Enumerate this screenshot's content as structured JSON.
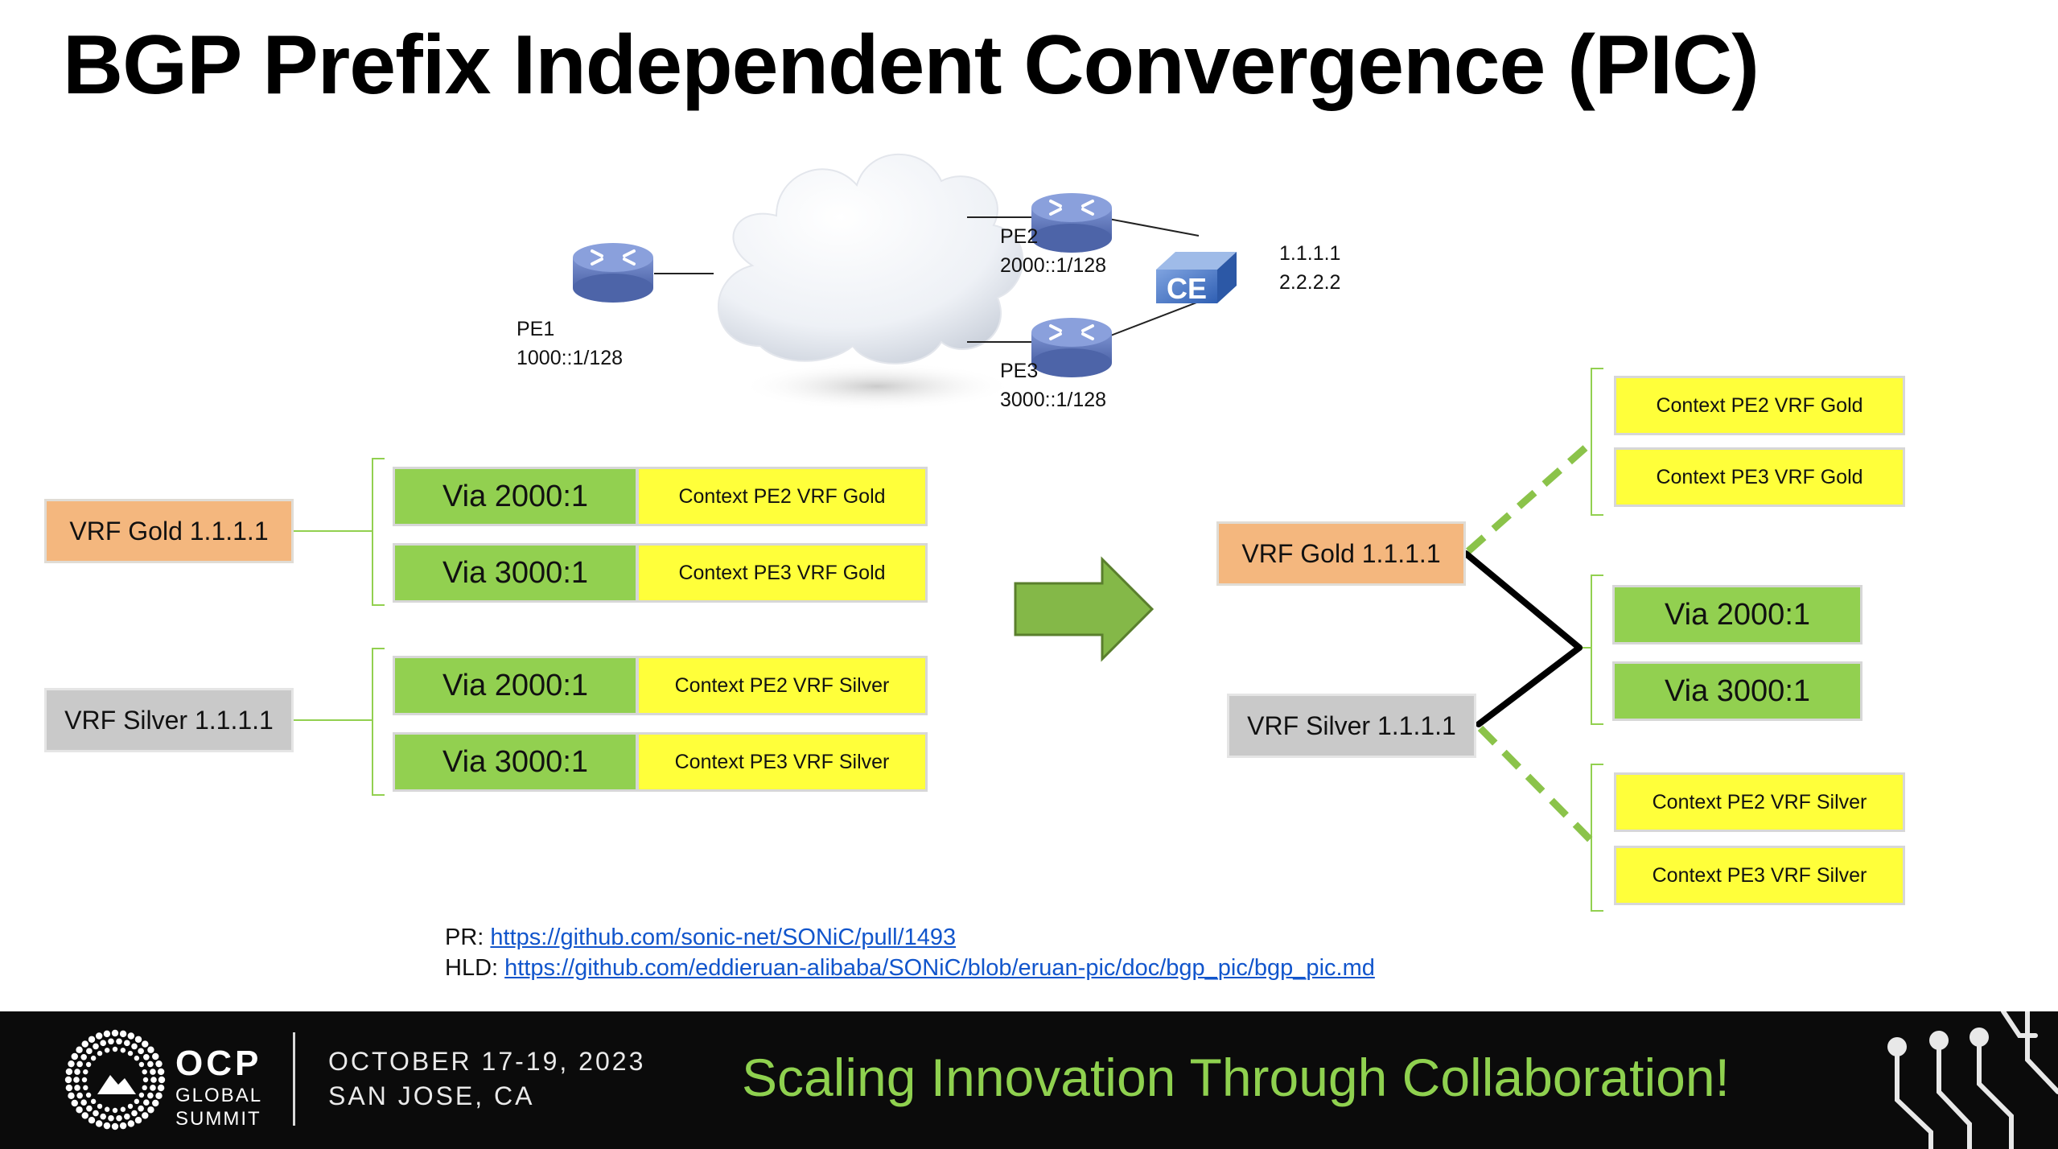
{
  "title": "BGP Prefix Independent Convergence (PIC)",
  "network": {
    "pe1": {
      "name": "PE1",
      "addr": "1000::1/128"
    },
    "pe2": {
      "name": "PE2",
      "addr": "2000::1/128"
    },
    "pe3": {
      "name": "PE3",
      "addr": "3000::1/128"
    },
    "ce": {
      "label": "CE",
      "prefix1": "1.1.1.1",
      "prefix2": "2.2.2.2"
    }
  },
  "before": {
    "vrf_gold": "VRF Gold 1.1.1.1",
    "vrf_silver": "VRF Silver 1.1.1.1",
    "gold_paths": [
      {
        "via": "Via 2000:1",
        "context": "Context PE2 VRF Gold"
      },
      {
        "via": "Via 3000:1",
        "context": "Context PE3 VRF Gold"
      }
    ],
    "silver_paths": [
      {
        "via": "Via 2000:1",
        "context": "Context PE2 VRF Silver"
      },
      {
        "via": "Via 3000:1",
        "context": "Context PE3 VRF Silver"
      }
    ]
  },
  "after": {
    "vrf_gold": "VRF Gold 1.1.1.1",
    "vrf_silver": "VRF Silver 1.1.1.1",
    "gold_contexts": [
      "Context PE2 VRF Gold",
      "Context PE3 VRF Gold"
    ],
    "shared_vias": [
      "Via 2000:1",
      "Via 3000:1"
    ],
    "silver_contexts": [
      "Context PE2 VRF Silver",
      "Context PE3 VRF Silver"
    ]
  },
  "links": {
    "pr_label": "PR:",
    "pr_url": "https://github.com/sonic-net/SONiC/pull/1493",
    "hld_label": "HLD:",
    "hld_url": "https://github.com/eddieruan-alibaba/SONiC/blob/eruan-pic/doc/bgp_pic/bgp_pic.md"
  },
  "footer": {
    "logo_word": "OCP",
    "logo_sub1": "GLOBAL",
    "logo_sub2": "SUMMIT",
    "date": "OCTOBER 17-19, 2023",
    "place": "SAN JOSE, CA",
    "tagline": "Scaling Innovation Through Collaboration!"
  },
  "colors": {
    "gold": "#f4b77e",
    "silver": "#c9c9c9",
    "via": "#92d050",
    "context": "#ffff3a",
    "arrow": "#8bc34a",
    "router": "#6b85c9",
    "footer_bg": "#0b0b0b",
    "tagline": "#8fd14f",
    "link": "#1155cc"
  }
}
